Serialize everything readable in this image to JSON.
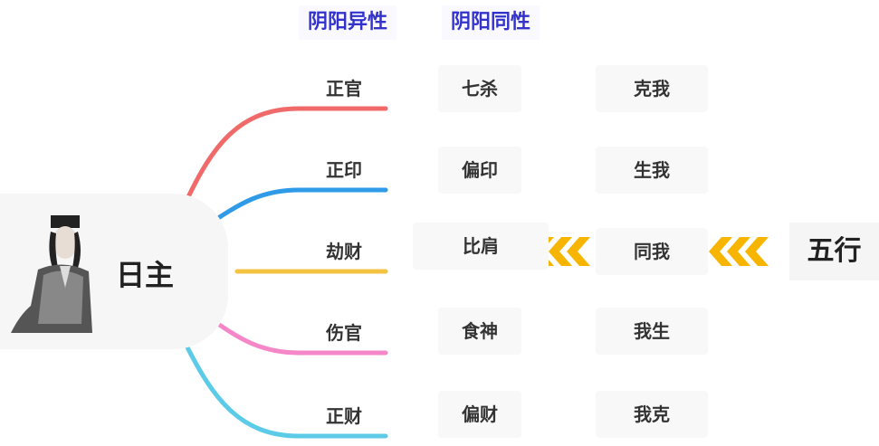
{
  "headers": {
    "yin_yang_different": "阴阳异性",
    "yin_yang_same": "阴阳同性"
  },
  "root": {
    "label": "日主"
  },
  "five_elements": {
    "label": "五行"
  },
  "rows": [
    {
      "different": "正官",
      "same": "七杀",
      "relation": "克我",
      "color": "#f06a6a"
    },
    {
      "different": "正印",
      "same": "偏印",
      "relation": "生我",
      "color": "#2f9be8"
    },
    {
      "different": "劫财",
      "same": "比肩",
      "relation": "同我",
      "color": "#f5c342"
    },
    {
      "different": "伤官",
      "same": "食神",
      "relation": "我生",
      "color": "#f587c8"
    },
    {
      "different": "正财",
      "same": "偏财",
      "relation": "我克",
      "color": "#5bcbe8"
    }
  ],
  "arrow_color": "#f7b500"
}
